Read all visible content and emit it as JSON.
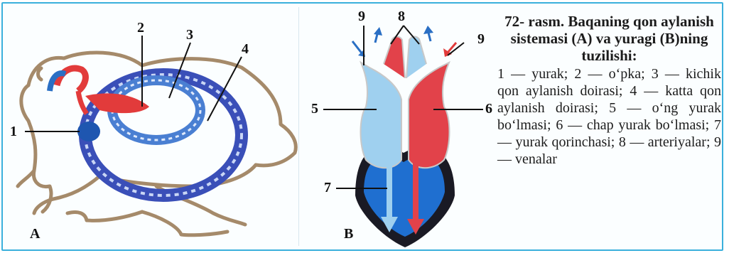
{
  "figure": {
    "panel_a": {
      "letter": "A",
      "callouts": [
        "1",
        "2",
        "3",
        "4"
      ]
    },
    "panel_b": {
      "letter": "B",
      "callouts": [
        "9",
        "8",
        "9",
        "5",
        "6",
        "7"
      ]
    },
    "colors": {
      "frame": "#3ab0dc",
      "venous_blue": "#2a6fc4",
      "arterial_red": "#e23b3b",
      "light_blue": "#9fd0ef",
      "outline_brown": "#a58a6a"
    }
  },
  "caption": {
    "title": "72- rasm. Baqaning qon aylanish sistemasi (A) va yuragi (B)ning tuzilishi:",
    "body": "1 — yurak; 2 — o‘pka; 3 — kichik qon aylanish doirasi; 4 — katta qon aylanish doirasi; 5 — o‘ng yurak bo‘lmasi; 6 — chap yurak bo‘lmasi; 7 — yurak qorinchasi; 8 — arteriyalar; 9 — venalar"
  }
}
